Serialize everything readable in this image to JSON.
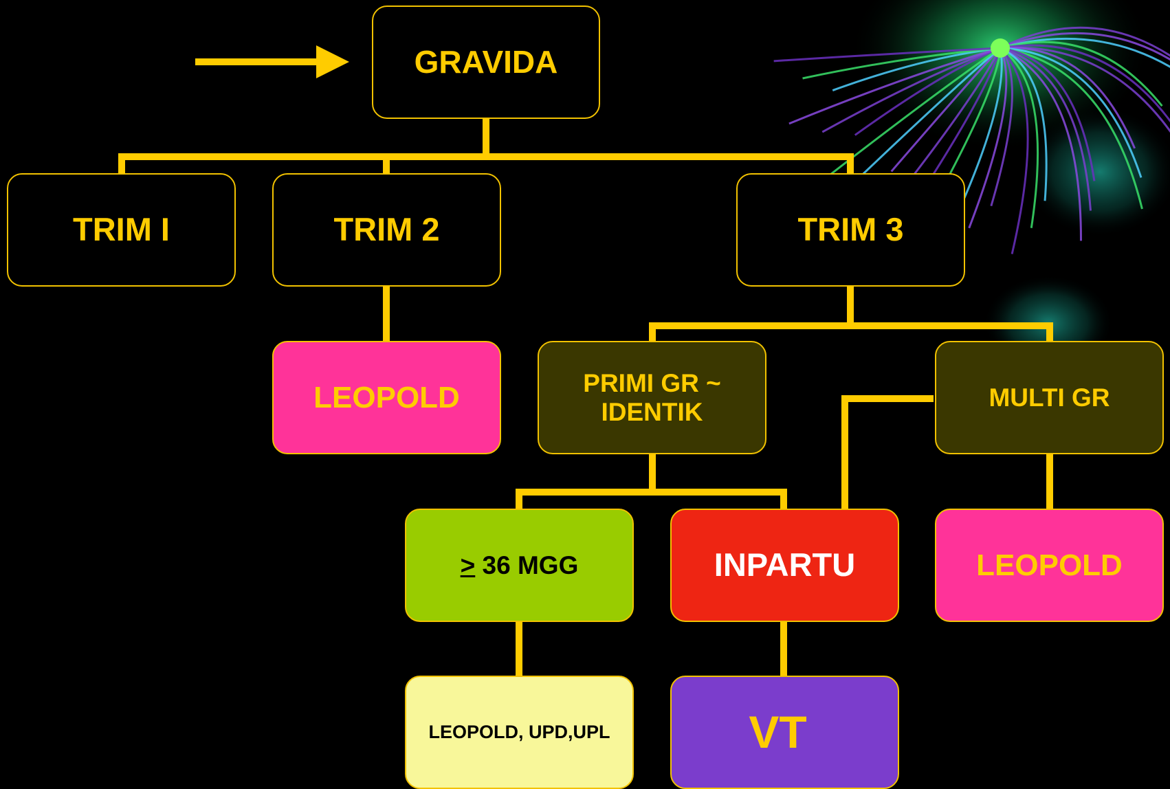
{
  "nodes": {
    "gravida": "GRAVIDA",
    "trim1": "TRIM I",
    "trim2": "TRIM 2",
    "trim3": "TRIM 3",
    "leopold_trim2": "LEOPOLD",
    "primi_line1": "PRIMI GR ~",
    "primi_line2": "IDENTIK",
    "multi": "MULTI GR",
    "mgg_symbol": ">",
    "mgg_text": " 36 MGG",
    "inpartu": "INPARTU",
    "leopold_multi": "LEOPOLD",
    "leopold_upd_upl": "LEOPOLD, UPD,UPL",
    "vt": "VT"
  },
  "colors": {
    "connector": "#ffcc00",
    "border": "#f2c200",
    "text_yellow": "#ffcc00",
    "pink": "#ff3399",
    "olive": "#3a3700",
    "lime": "#99cc00",
    "red": "#ee2513",
    "cream": "#f8f79a",
    "purple": "#7b3dcc"
  }
}
